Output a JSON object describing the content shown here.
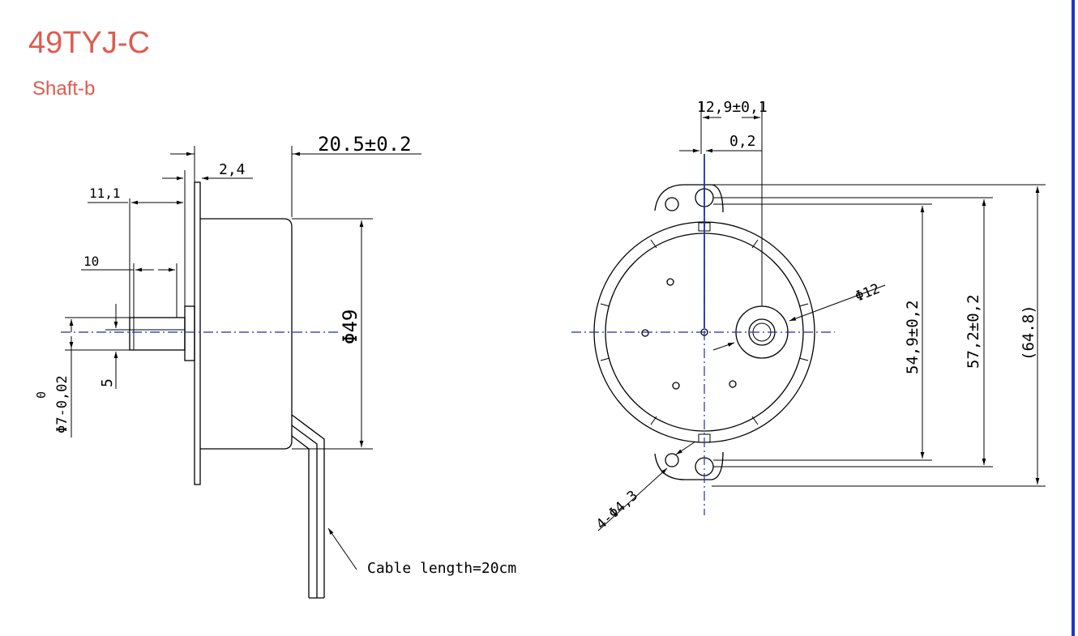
{
  "title": "49TYJ-C",
  "subtitle": "Shaft-b",
  "colors": {
    "title": "#e05a4e",
    "centerline": "#1f2fa8",
    "lines": "#000000"
  },
  "side_view": {
    "dim_total_depth": "20.5±0.2",
    "dim_flange": "2,4",
    "dim_shaft_11": "11,1",
    "dim_shaft_10": "10",
    "dim_diameter": "Φ49",
    "dim_flat": "5",
    "dim_shaft_dia": "Φ7-0,02",
    "dim_shaft_tol": "0",
    "cable_label": "Cable length=20cm"
  },
  "front_view": {
    "dim_offset": "12,9±0,1",
    "dim_small": "0,2",
    "dim_hub": "Φ12",
    "dim_inner": "54,9±0,2",
    "dim_mid": "57,2±0,2",
    "dim_outer": "(64.8)",
    "dim_holes": "4-Φ4,3"
  }
}
